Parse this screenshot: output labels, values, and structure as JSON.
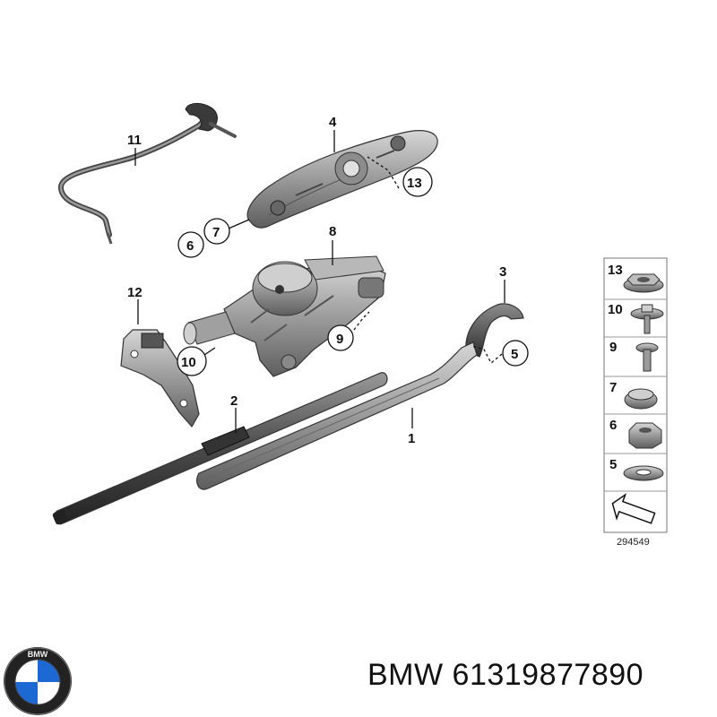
{
  "callouts": {
    "arm": "1",
    "blade": "2",
    "nozzle": "3",
    "cover": "4",
    "washer_arm": "5",
    "nut_main": "6",
    "cap_main": "7",
    "motor": "8",
    "bolt_main": "9",
    "bolt_side": "10",
    "hose": "11",
    "bracket": "12",
    "nut_cover": "13"
  },
  "legend": {
    "items": [
      "13",
      "10",
      "9",
      "7",
      "6",
      "5"
    ],
    "reference_number": "294549"
  },
  "footer": {
    "brand": "BMW",
    "part_number": "61319877890",
    "logo_letters": "BMW"
  },
  "colors": {
    "part_grey": "#8a8a8a",
    "part_dark": "#3a3a3a",
    "blade_black": "#2a2a2a",
    "logo_blue": "#1c69d4"
  }
}
